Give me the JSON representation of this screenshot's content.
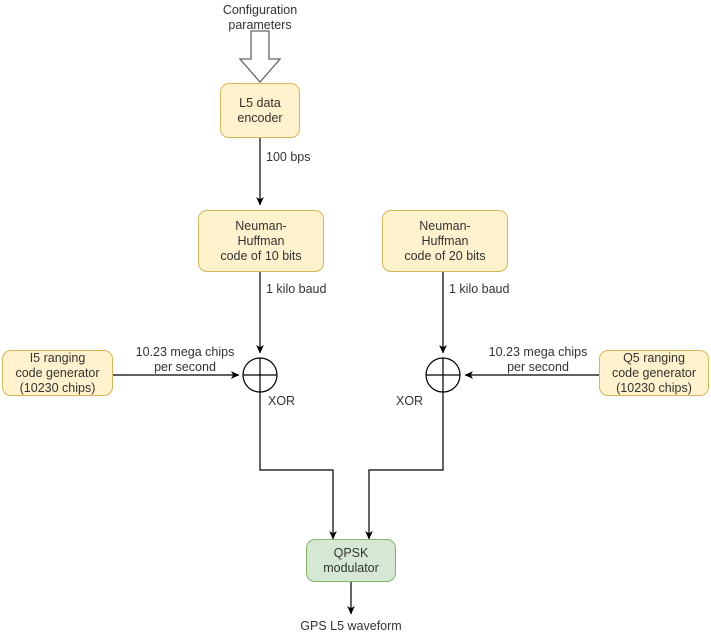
{
  "diagram": {
    "title_text": "Configuration\nparameters",
    "nodes": [
      {
        "id": "l5-data-encoder",
        "label": "L5 data\nencoder"
      },
      {
        "id": "nh-code-10-bits",
        "label": "Neuman-\nHuffman\ncode of 10 bits"
      },
      {
        "id": "nh-code-20-bits",
        "label": "Neuman-\nHuffman\ncode of 20 bits"
      },
      {
        "id": "i5-ranging-generator",
        "label": "I5 ranging\ncode generator\n(10230 chips)"
      },
      {
        "id": "q5-ranging-generator",
        "label": "Q5 ranging\ncode generator\n(10230 chips)"
      },
      {
        "id": "qpsk-modulator",
        "label": "QPSK\nmodulator"
      }
    ],
    "operators": [
      {
        "id": "xor-left",
        "label": "XOR"
      },
      {
        "id": "xor-right",
        "label": "XOR"
      }
    ],
    "edge_labels": [
      {
        "id": "rate-100-bps",
        "text": "100 bps"
      },
      {
        "id": "rate-1-kilo-baud-left",
        "text": "1 kilo baud"
      },
      {
        "id": "rate-1-kilo-baud-right",
        "text": "1 kilo baud"
      },
      {
        "id": "rate-chips-left",
        "text": "10.23 mega chips\nper second"
      },
      {
        "id": "rate-chips-right",
        "text": "10.23 mega chips\nper second"
      }
    ],
    "output_label": "GPS L5 waveform",
    "colors": {
      "yellow_fill": "#fff2cc",
      "yellow_stroke": "#d6b656",
      "green_fill": "#d5e8d4",
      "green_stroke": "#82b366",
      "line": "#000000",
      "text": "#333333",
      "block_arrow_fill": "#ffffff",
      "block_arrow_stroke": "#666666"
    }
  }
}
